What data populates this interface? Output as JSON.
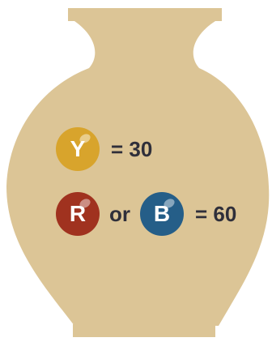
{
  "colors": {
    "vase": "#dcc596",
    "yellow": "#d8a42c",
    "red": "#a0321f",
    "blue": "#255e88",
    "text": "#2f2f3a"
  },
  "rows": [
    {
      "balls": [
        {
          "letter": "Y",
          "color": "yellow"
        }
      ],
      "value_text": "= 30"
    },
    {
      "balls": [
        {
          "letter": "R",
          "color": "red"
        },
        {
          "letter": "B",
          "color": "blue"
        }
      ],
      "connector": "or",
      "value_text": "= 60"
    }
  ]
}
